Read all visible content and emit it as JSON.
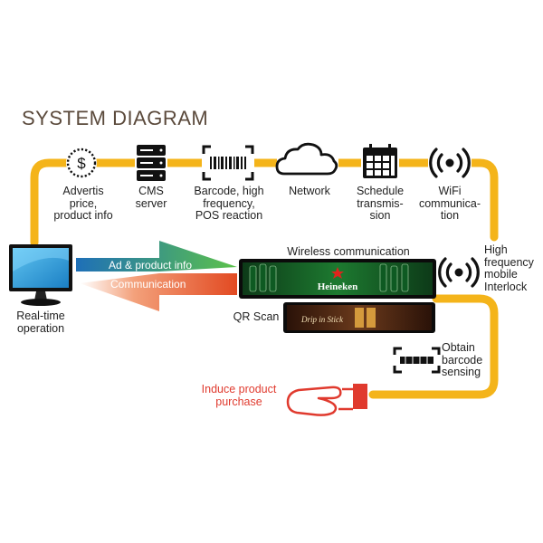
{
  "title": "SYSTEM DIAGRAM",
  "colors": {
    "loop": "#f4b41a",
    "induce": "#e03a2e",
    "ad_arrow_start": "#1e6fb8",
    "ad_arrow_end": "#5cc24a",
    "comm_arrow_start": "#e24a22",
    "comm_arrow_end": "#ffffff"
  },
  "nodes": {
    "advertise": "Advertis\nprice,\nproduct info",
    "cms": "CMS\nserver",
    "barcode": "Barcode, high\nfrequency,\nPOS reaction",
    "network": "Network",
    "schedule": "Schedule\ntransmis-\nsion",
    "wifi": "WiFi\ncommunica-\ntion",
    "high_freq": "High\nfrequency\nmobile\nInterlock",
    "realtime": "Real-time\noperation",
    "obtain": "Obtain\nbarcode\nsensing",
    "induce": "Induce product\npurchase"
  },
  "displays": {
    "wireless": "Wireless communication",
    "banner_text": "Heineken",
    "qr": "QR Scan",
    "qr_banner_text": "Drip in Stick"
  },
  "arrows": {
    "ad": "Ad & product info",
    "comm": "Communication"
  }
}
